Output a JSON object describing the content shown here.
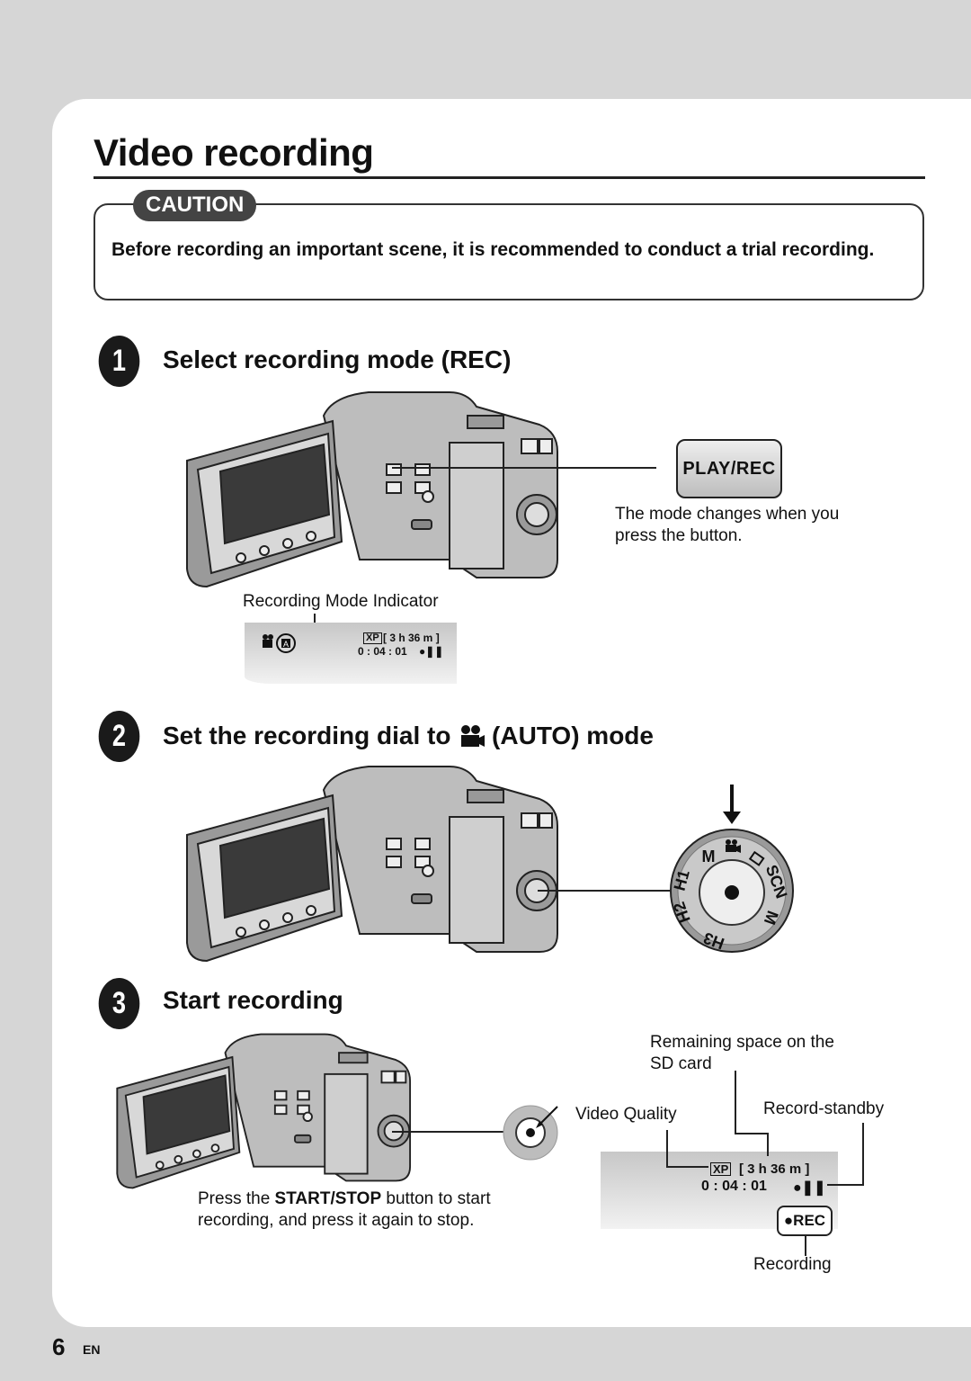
{
  "page": {
    "title": "Video recording",
    "page_number": "6",
    "language": "EN"
  },
  "caution": {
    "badge": "CAUTION",
    "text": "Before recording an important scene, it is recommended to conduct a trial recording."
  },
  "steps": [
    {
      "number": "1",
      "title": "Select recording mode (REC)"
    },
    {
      "number": "2",
      "title_before": "Set the recording dial to",
      "title_after": "(AUTO) mode",
      "icon": "movie-camera-icon"
    },
    {
      "number": "3",
      "title": "Start recording"
    }
  ],
  "step1": {
    "button_label": "PLAY/REC",
    "note": "The mode changes when you press the button.",
    "indicator_label": "Recording Mode Indicator",
    "lcd": {
      "quality": "XP",
      "remaining": "[ 3 h 36 m ]",
      "time": "0 : 04 : 01"
    }
  },
  "step2": {
    "dial_labels": [
      "M",
      "SCN",
      "M",
      "H3",
      "H2",
      "H1"
    ]
  },
  "step3": {
    "remaining_label": "Remaining space on the SD card",
    "video_quality_label": "Video Quality",
    "standby_label": "Record-standby",
    "recording_label": "Recording",
    "rec_badge": "●REC",
    "instruction_pre": "Press the ",
    "instruction_bold": "START/STOP",
    "instruction_post": " button to start recording, and press it again to stop.",
    "lcd": {
      "quality": "XP",
      "remaining": "[ 3 h 36 m ]",
      "time": "0 : 04 : 01"
    }
  }
}
